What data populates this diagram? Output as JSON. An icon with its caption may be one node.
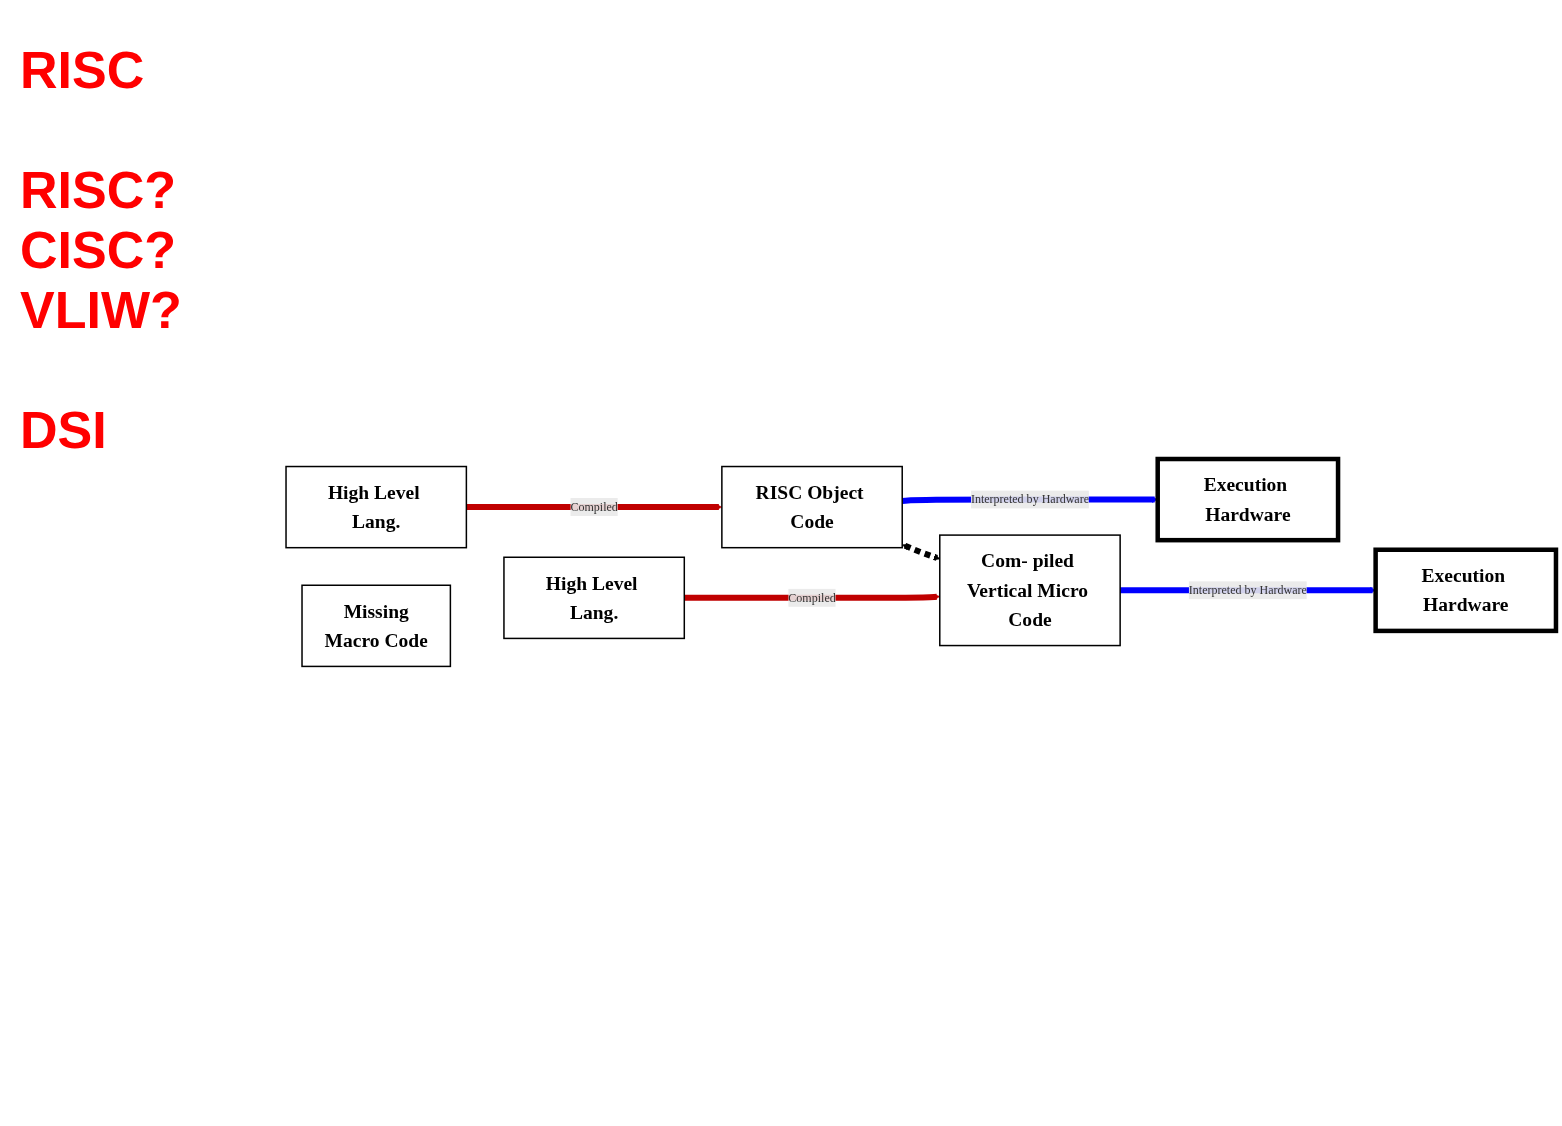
{
  "diagram": {
    "nodes": [
      {
        "text": [
          "High Level Lang."
        ]
      },
      {
        "text": [
          "RISC Object Code"
        ]
      },
      {
        "text": [
          "Execution Hardware"
        ]
      },
      {
        "text": [
          "High Level Lang."
        ]
      },
      {
        "text": [
          "Missing",
          "Macro Code"
        ]
      },
      {
        "text": [
          "Com- piled Vertical Micro Code"
        ]
      },
      {
        "text": [
          "Execution Hardware"
        ]
      }
    ],
    "edges": [
      {
        "from": 0,
        "to": 1,
        "arrow": "to",
        "label": "Compiled",
        "color": "#c00000"
      },
      {
        "from": 1,
        "to": 2,
        "arrow": "to",
        "label": "Interpreted by Hardware",
        "color": "#0000ff"
      },
      {
        "from": 1,
        "to": 5,
        "arrow": "both",
        "style": "dashed",
        "color": "#000000"
      },
      {
        "from": 3,
        "to": 5,
        "arrow": "to",
        "label": "Compiled",
        "color": "#c00000"
      },
      {
        "from": 5,
        "to": 6,
        "arrow": "to",
        "label": "Interpreted by Hardware",
        "color": "#0000ff"
      }
    ],
    "labels": [
      "RISC",
      "RISC? CISC? VLIW?",
      "DSI"
    ]
  }
}
